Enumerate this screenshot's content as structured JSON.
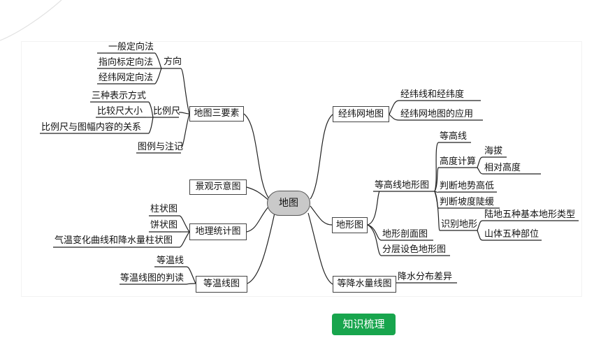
{
  "center": "地图",
  "left": {
    "sanyaosu": {
      "title": "地图三要素",
      "fangxiang": {
        "label": "方向",
        "items": [
          "一般定向法",
          "指向标定向法",
          "经纬网定向法"
        ]
      },
      "bilichi": {
        "label": "比例尺",
        "items": [
          "三种表示方式",
          "比较尺大小",
          "比例尺与图幅内容的关系"
        ]
      },
      "tuli": "图例与注记"
    },
    "jingguan": "景观示意图",
    "tongji": {
      "title": "地理统计图",
      "items": [
        "柱状图",
        "饼状图",
        "气温变化曲线和降水量柱状图"
      ]
    },
    "dengwen": {
      "title": "等温线图",
      "items": [
        "等温线",
        "等温线图的判读"
      ]
    }
  },
  "right": {
    "jingwei": {
      "title": "经纬网地图",
      "items": [
        "经纬线和经纬度",
        "经纬网地图的应用"
      ]
    },
    "dixing": {
      "title": "地形图",
      "denggao": {
        "title": "等高线地形图",
        "denggaoxian": "等高线",
        "gaodu": {
          "label": "高度计算",
          "items": [
            "海拔",
            "相对高度"
          ]
        },
        "panduan1": "判断地势高低",
        "panduan2": "判断坡度陡缓",
        "shibie": {
          "label": "识别地形",
          "items": [
            "陆地五种基本地形类型",
            "山体五种部位"
          ]
        }
      },
      "poumian": "地形剖面图",
      "fenceng": "分层设色地形图"
    },
    "jiangshui": {
      "title": "等降水量线图",
      "item": "降水分布差异"
    }
  },
  "badge": "知识梳理",
  "colors": {
    "badge": "#18a54d",
    "center_fill": "#c9c9c9",
    "line": "#222222"
  }
}
